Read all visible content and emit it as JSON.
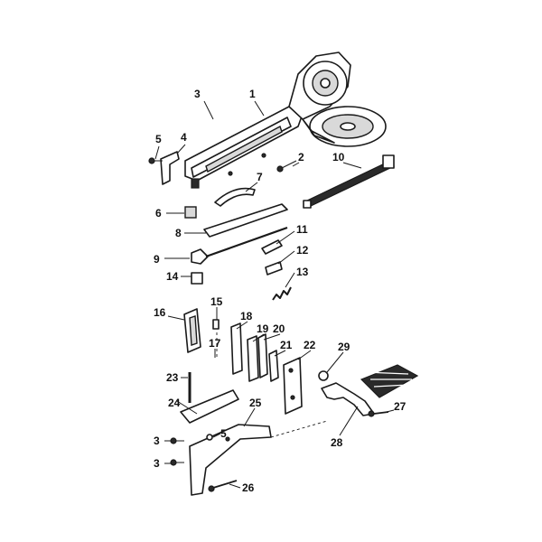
{
  "parts": [
    {
      "id": "part-1",
      "label": "1"
    },
    {
      "id": "part-2",
      "label": "2"
    },
    {
      "id": "part-3-top",
      "label": "3"
    },
    {
      "id": "part-4",
      "label": "4"
    },
    {
      "id": "part-5-top",
      "label": "5"
    },
    {
      "id": "part-6",
      "label": "6"
    },
    {
      "id": "part-7",
      "label": "7"
    },
    {
      "id": "part-8",
      "label": "8"
    },
    {
      "id": "part-9",
      "label": "9"
    },
    {
      "id": "part-10",
      "label": "10"
    },
    {
      "id": "part-11",
      "label": "11"
    },
    {
      "id": "part-12",
      "label": "12"
    },
    {
      "id": "part-13",
      "label": "13"
    },
    {
      "id": "part-14",
      "label": "14"
    },
    {
      "id": "part-15",
      "label": "15"
    },
    {
      "id": "part-16",
      "label": "16"
    },
    {
      "id": "part-17",
      "label": "17"
    },
    {
      "id": "part-18",
      "label": "18"
    },
    {
      "id": "part-19",
      "label": "19"
    },
    {
      "id": "part-20",
      "label": "20"
    },
    {
      "id": "part-21",
      "label": "21"
    },
    {
      "id": "part-22",
      "label": "22"
    },
    {
      "id": "part-23",
      "label": "23"
    },
    {
      "id": "part-24",
      "label": "24"
    },
    {
      "id": "part-25",
      "label": "25"
    },
    {
      "id": "part-26",
      "label": "26"
    },
    {
      "id": "part-27",
      "label": "27"
    },
    {
      "id": "part-28",
      "label": "28"
    },
    {
      "id": "part-29",
      "label": "29"
    },
    {
      "id": "part-3-mid",
      "label": "3"
    },
    {
      "id": "part-3-low",
      "label": "3"
    },
    {
      "id": "part-5-low",
      "label": "5"
    }
  ]
}
